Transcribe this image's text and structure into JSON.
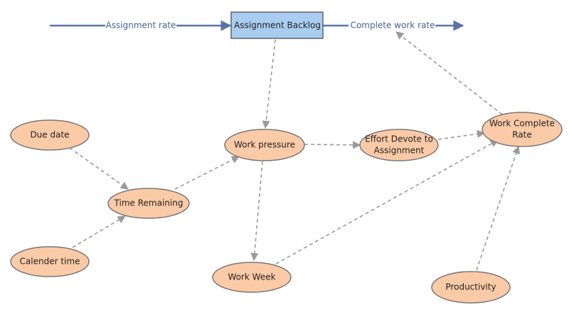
{
  "colors": {
    "ellipse_fill": "#fbcaa6",
    "stock_fill": "#a9cdf0",
    "flow_color": "#5b74a8",
    "link_color": "#9a9a9a",
    "flow_label_color": "#4a5f8f"
  },
  "stock": {
    "label": "Assignment Backlog"
  },
  "flows": {
    "inflow_label": "Assignment rate",
    "outflow_label": "Complete work rate"
  },
  "nodes": {
    "due_date": "Due date",
    "calender_time": "Calender time",
    "time_remaining": "Time Remaining",
    "work_pressure": "Work pressure",
    "work_week": "Work Week",
    "effort_line1": "Effort Devote to",
    "effort_line2": "Assignment",
    "work_complete_line1": "Work Complete",
    "work_complete_line2": "Rate",
    "productivity": "Productivity"
  }
}
